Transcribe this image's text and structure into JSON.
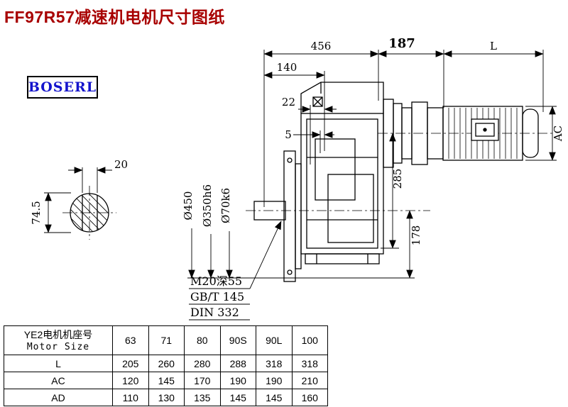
{
  "page": {
    "title": "FF97R57减速机电机尺寸图纸",
    "title_color": "#a80000",
    "brand": "BOSERL",
    "brand_color": "#1414cc"
  },
  "drawing": {
    "dim_456": "456",
    "dim_187": "187",
    "dim_L": "L",
    "dim_140": "140",
    "dim_22": "22",
    "dim_5": "5",
    "dim_20": "20",
    "dim_74_5": "74.5",
    "dim_285": "285",
    "dim_178": "178",
    "dim_AC": "AC",
    "dia_flange": "Ø450",
    "dia_spigot": "Ø350h6",
    "dia_shaft": "Ø70k6",
    "note_thread": "M20深55",
    "note_gb": "GB/T 145",
    "note_din": "DIN 332"
  },
  "table": {
    "header_cn": "YE2电机机座号",
    "header_en": "Motor Size",
    "col_headers": [
      "63",
      "71",
      "80",
      "90S",
      "90L",
      "100"
    ],
    "rows": [
      {
        "label": "L",
        "values": [
          "205",
          "260",
          "280",
          "288",
          "318",
          "318"
        ]
      },
      {
        "label": "AC",
        "values": [
          "120",
          "145",
          "170",
          "190",
          "190",
          "210"
        ]
      },
      {
        "label": "AD",
        "values": [
          "110",
          "130",
          "135",
          "145",
          "145",
          "160"
        ]
      }
    ]
  }
}
